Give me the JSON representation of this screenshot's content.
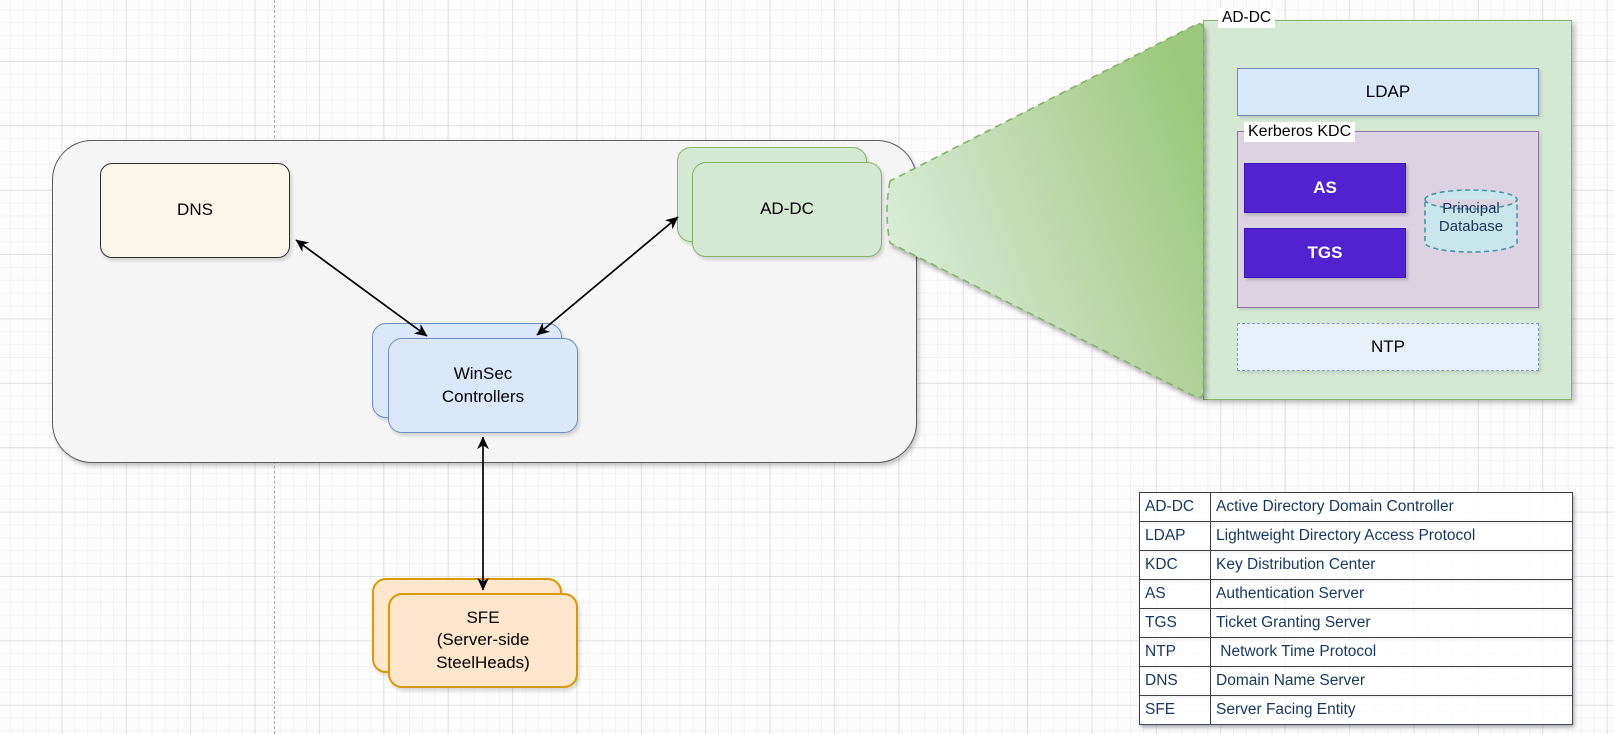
{
  "diagram": {
    "nodes": {
      "dns": {
        "label": "DNS"
      },
      "ad_dc": {
        "label": "AD-DC"
      },
      "winsec": {
        "label": "WinSec\nControllers"
      },
      "sfe": {
        "label": "SFE\n(Server-side\nSteelHeads)"
      }
    },
    "detail": {
      "title": "AD-DC",
      "ldap": "LDAP",
      "kdc": "Kerberos KDC",
      "as": "AS",
      "tgs": "TGS",
      "principal_db": "Principal\nDatabase",
      "ntp": "NTP"
    },
    "legend": [
      {
        "abbr": "AD-DC",
        "definition": "Active Directory Domain Controller"
      },
      {
        "abbr": "LDAP",
        "definition": "Lightweight Directory Access Protocol"
      },
      {
        "abbr": "KDC",
        "definition": "Key Distribution Center"
      },
      {
        "abbr": "AS",
        "definition": "Authentication Server"
      },
      {
        "abbr": "TGS",
        "definition": "Ticket Granting Server"
      },
      {
        "abbr": "NTP",
        "definition": " Network Time Protocol"
      },
      {
        "abbr": "DNS",
        "definition": "Domain Name Server"
      },
      {
        "abbr": "SFE",
        "definition": "Server Facing Entity"
      }
    ]
  },
  "colors": {
    "green_fill": "#D5E8D4",
    "green_stroke": "#82B366",
    "blue_fill": "#DBE8FC",
    "blue_stroke": "#6C8EBF",
    "orange_fill": "#FFE6CC",
    "orange_stroke": "#D79B00",
    "cream_fill": "#FAF6E9",
    "purple_fill": "#DCD3E2",
    "purple_stroke": "#9673A6",
    "violet_fill": "#5122D0",
    "teal_fill": "#C9E7EA",
    "teal_stroke": "#4A94A8",
    "group_fill": "#F5F5F5",
    "legend_text": "#17375E"
  }
}
